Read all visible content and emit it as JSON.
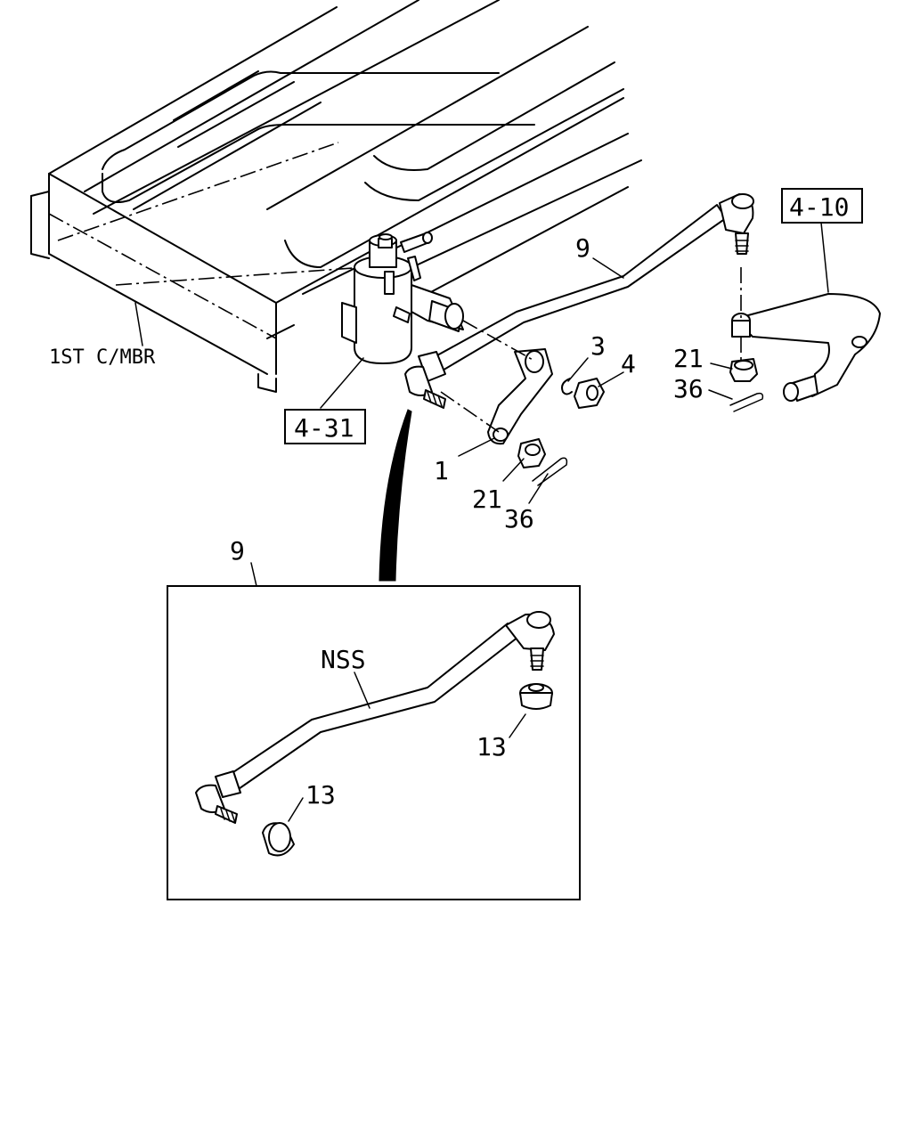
{
  "labels": {
    "first_crossmember": "1ST C/MBR",
    "steering_gear_ref": "4-31",
    "knuckle_arm_ref": "4-10",
    "drag_link": "9",
    "pitman_arm": "1",
    "washer": "3",
    "nut": "4",
    "castle_nut_front": "21",
    "cotter_pin_front": "36",
    "castle_nut_rear": "21",
    "cotter_pin_rear": "36",
    "detail_drag_link": "9",
    "detail_nss": "NSS",
    "detail_boot_right": "13",
    "detail_boot_left": "13"
  }
}
